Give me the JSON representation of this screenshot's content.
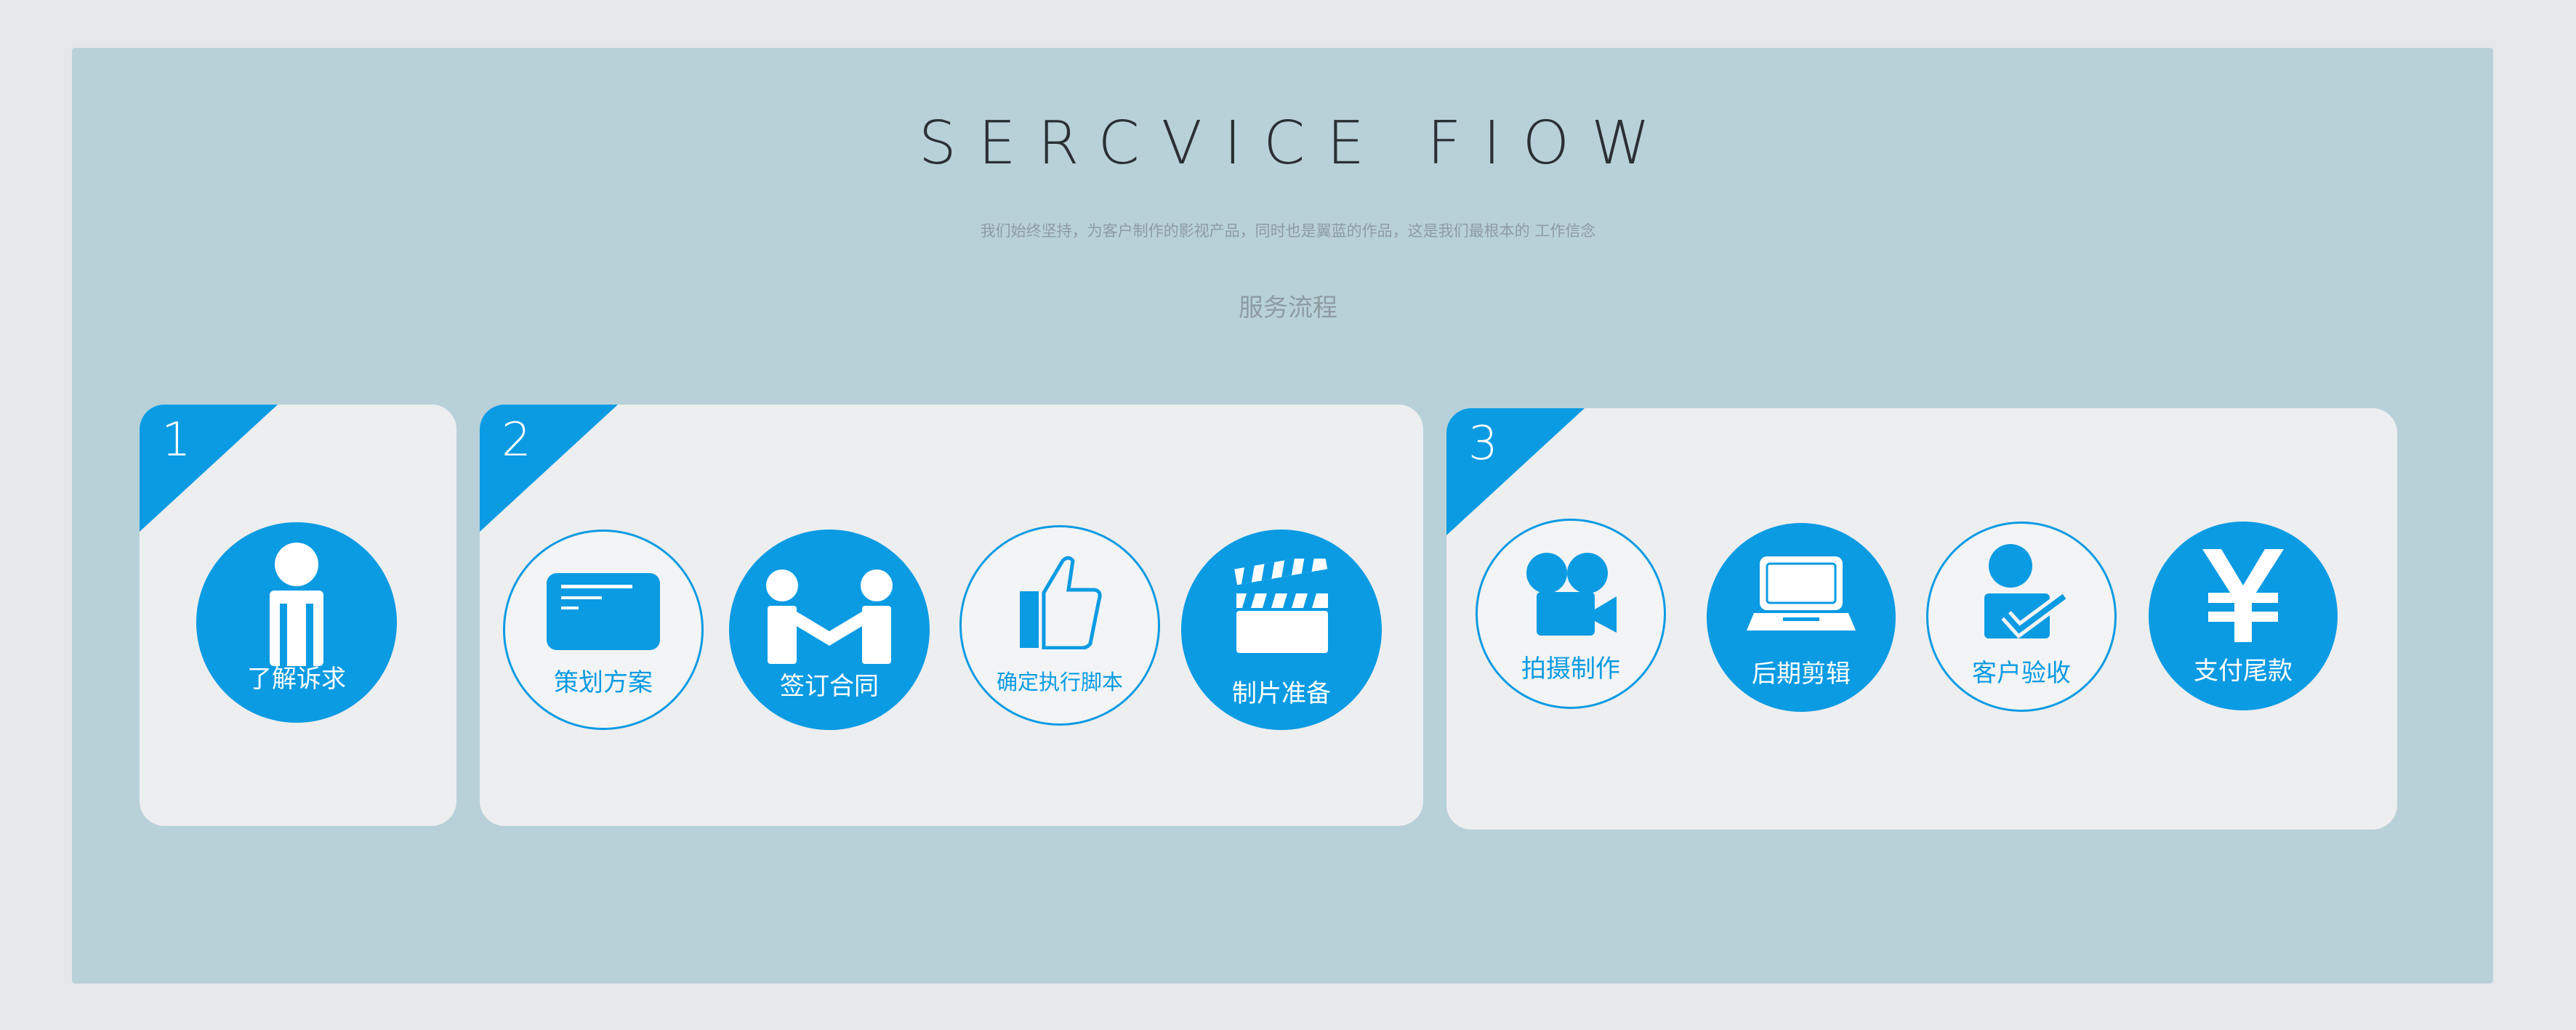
{
  "header": {
    "title": "SERCVICE FIOW",
    "subtitle": "我们始终坚持，为客户制作的影视产品，同时也是翼蓝的作品，这是我们最根本的 工作信念",
    "section_title": "服务流程"
  },
  "colors": {
    "brand_blue": "#0b9be3",
    "panel": "#b8d1d9",
    "card": "#edeef0"
  },
  "groups": [
    {
      "number": "1",
      "steps": [
        {
          "label": "了解诉求",
          "icon": "person-icon",
          "style": "filled"
        }
      ]
    },
    {
      "number": "2",
      "steps": [
        {
          "label": "策划方案",
          "icon": "document-icon",
          "style": "outline"
        },
        {
          "label": "签订合同",
          "icon": "handshake-icon",
          "style": "filled"
        },
        {
          "label": "确定执行脚本",
          "icon": "thumbs-up-icon",
          "style": "outline"
        },
        {
          "label": "制片准备",
          "icon": "clapperboard-icon",
          "style": "filled"
        }
      ]
    },
    {
      "number": "3",
      "steps": [
        {
          "label": "拍摄制作",
          "icon": "video-camera-icon",
          "style": "outline"
        },
        {
          "label": "后期剪辑",
          "icon": "laptop-icon",
          "style": "filled"
        },
        {
          "label": "客户验收",
          "icon": "person-check-icon",
          "style": "outline"
        },
        {
          "label": "支付尾款",
          "icon": "yen-icon",
          "style": "filled"
        }
      ]
    }
  ]
}
